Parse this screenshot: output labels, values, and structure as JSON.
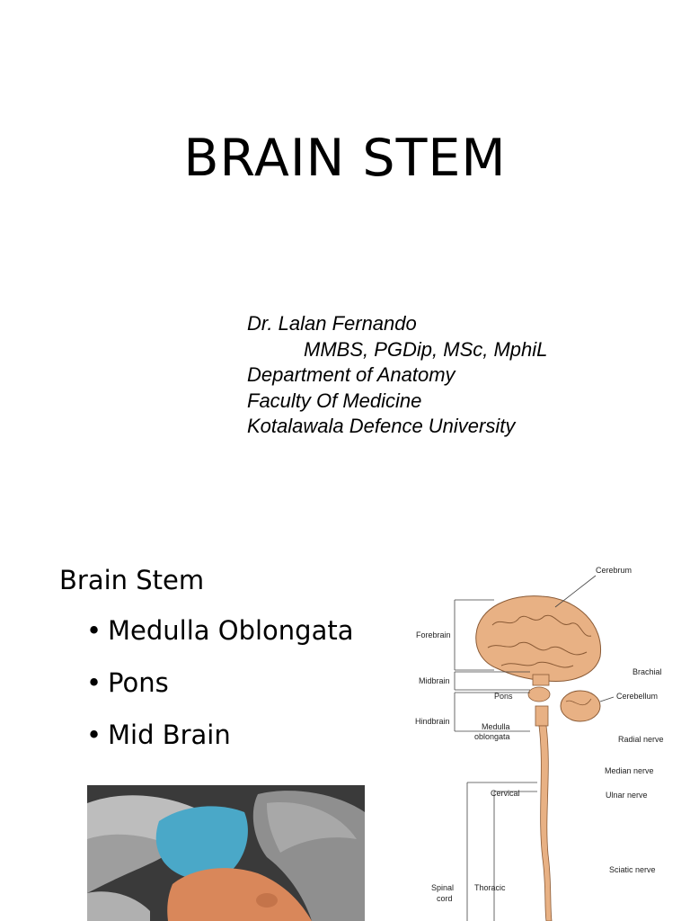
{
  "slide1": {
    "title": "BRAIN STEM",
    "author_lines": [
      "Dr. Lalan Fernando",
      "MMBS, PGDip, MSc, MphiL",
      "Department of Anatomy",
      "Faculty Of Medicine",
      "Kotalawala Defence University"
    ]
  },
  "slide2": {
    "heading": "Brain Stem",
    "bullets": [
      "Medulla Oblongata",
      "Pons",
      "Mid Brain"
    ],
    "diagram_labels": {
      "cerebrum": "Cerebrum",
      "forebrain": "Forebrain",
      "midbrain": "Midbrain",
      "pons": "Pons",
      "hindbrain": "Hindbrain",
      "medulla": "Medulla",
      "oblongata": "oblongata",
      "brachial": "Brachial",
      "cerebellum": "Cerebellum",
      "radial": "Radial nerve",
      "median": "Median nerve",
      "ulnar": "Ulnar nerve",
      "cervical": "Cervical",
      "sciatic": "Sciatic nerve",
      "spinal": "Spinal",
      "cord": "cord",
      "thoracic": "Thoracic"
    },
    "colors": {
      "pons_region": "#4aa8c8",
      "midbrain_region": "#d9875a",
      "brain_tissue": "#e8b184"
    }
  }
}
